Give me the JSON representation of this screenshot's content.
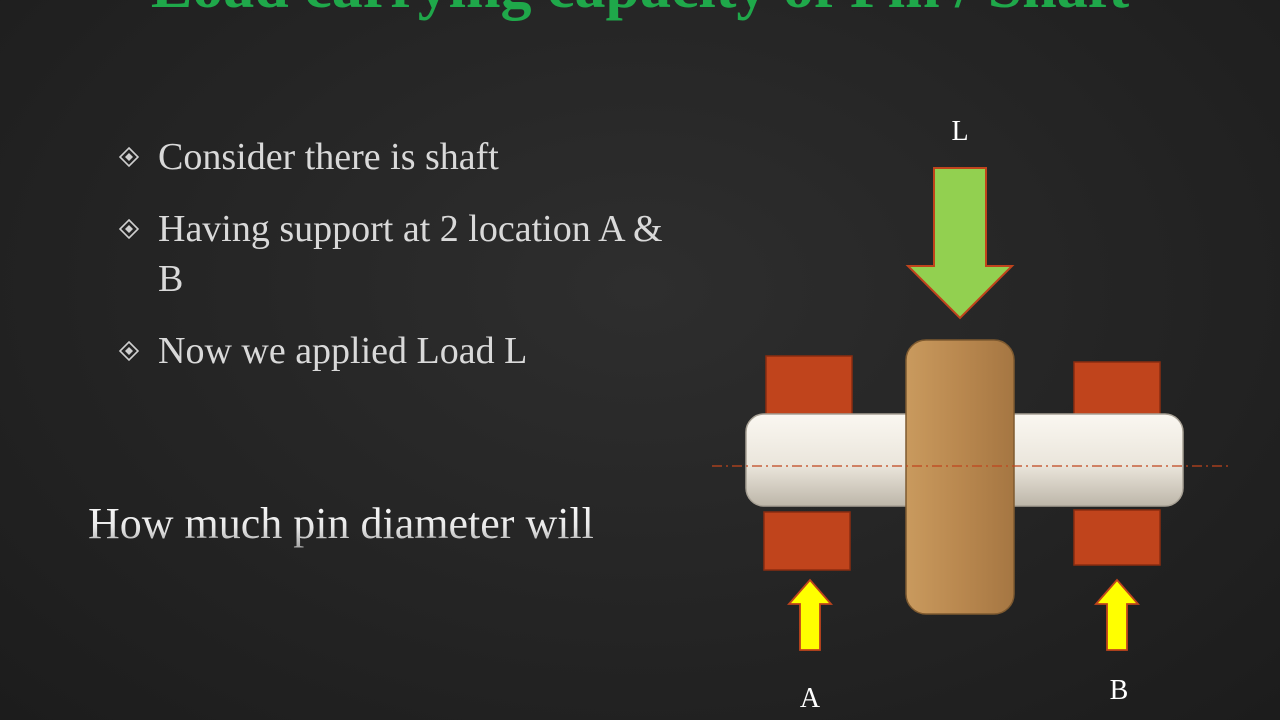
{
  "slide": {
    "title": "Load carrying capacity of Pin / Shaft",
    "bullets": [
      {
        "text": "Consider there is shaft"
      },
      {
        "text": "Having support at 2 location A & B"
      },
      {
        "text": "Now we applied Load L"
      }
    ],
    "question": "How much pin diameter will"
  },
  "diagram": {
    "load_label": "L",
    "support_a_label": "A",
    "support_b_label": "B"
  },
  "colors": {
    "title": "#1fa84a",
    "load_arrow": "#92d050",
    "support_arrow": "#ffff00",
    "bearing": "#c0441c",
    "hub": "#b8864e",
    "shaft": "#ece8df",
    "centerline": "#c0441c"
  },
  "icons": {
    "bullet": "diamond-bullet-icon"
  }
}
